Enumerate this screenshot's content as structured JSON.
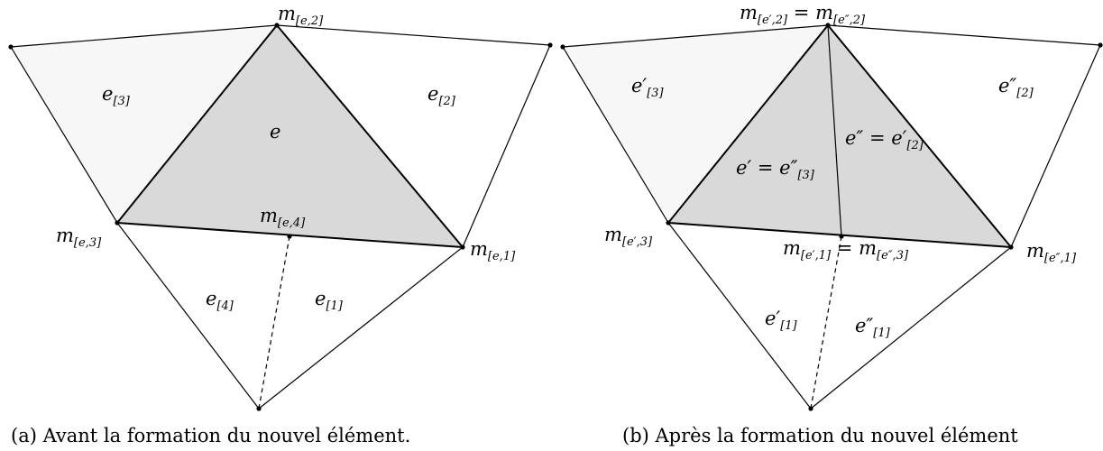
{
  "diagram_a": {
    "caption": "(a)  Avant la formation du nouvel élément.",
    "labels": {
      "m_e2": {
        "base": "m",
        "sub": "[e,2]"
      },
      "m_e3": {
        "base": "m",
        "sub": "[e,3]"
      },
      "m_e4": {
        "base": "m",
        "sub": "[e,4]"
      },
      "m_e1": {
        "base": "m",
        "sub": "[e,1]"
      },
      "e": {
        "base": "e"
      },
      "e3": {
        "base": "e",
        "sub": "[3]"
      },
      "e2": {
        "base": "e",
        "sub": "[2]"
      },
      "e4": {
        "base": "e",
        "sub": "[4]"
      },
      "e1": {
        "base": "e",
        "sub": "[1]"
      }
    }
  },
  "diagram_b": {
    "caption": "(b)  Après la formation du nouvel élément",
    "labels": {
      "top": {
        "left": "m",
        "left_sub": "[e′,2]",
        "mid": " = ",
        "right": "m",
        "right_sub": "[e″,2]"
      },
      "m_ep3": {
        "base": "m",
        "sub": "[e′,3]"
      },
      "m_epp1": {
        "base": "m",
        "sub": "[e″,1]"
      },
      "bottom": {
        "left": "m",
        "left_sub": "[e′,1]",
        "mid": " = ",
        "right": "m",
        "right_sub": "[e″,3]"
      },
      "ep3": {
        "base": "e′",
        "sub": "[3]"
      },
      "epp2": {
        "base": "e″",
        "sub": "[2]"
      },
      "ep_eq": {
        "left": "e′",
        "mid": " = ",
        "right": "e″",
        "right_sub": "[3]"
      },
      "epp_eq": {
        "left": "e″",
        "mid": " = ",
        "right": "e′",
        "right_sub": "[2]"
      },
      "ep1": {
        "base": "e′",
        "sub": "[1]"
      },
      "epp1": {
        "base": "e″",
        "sub": "[1]"
      }
    }
  },
  "colors": {
    "shaded": "#d9d9d9",
    "light": "#f7f7f7",
    "line": "#000000"
  }
}
